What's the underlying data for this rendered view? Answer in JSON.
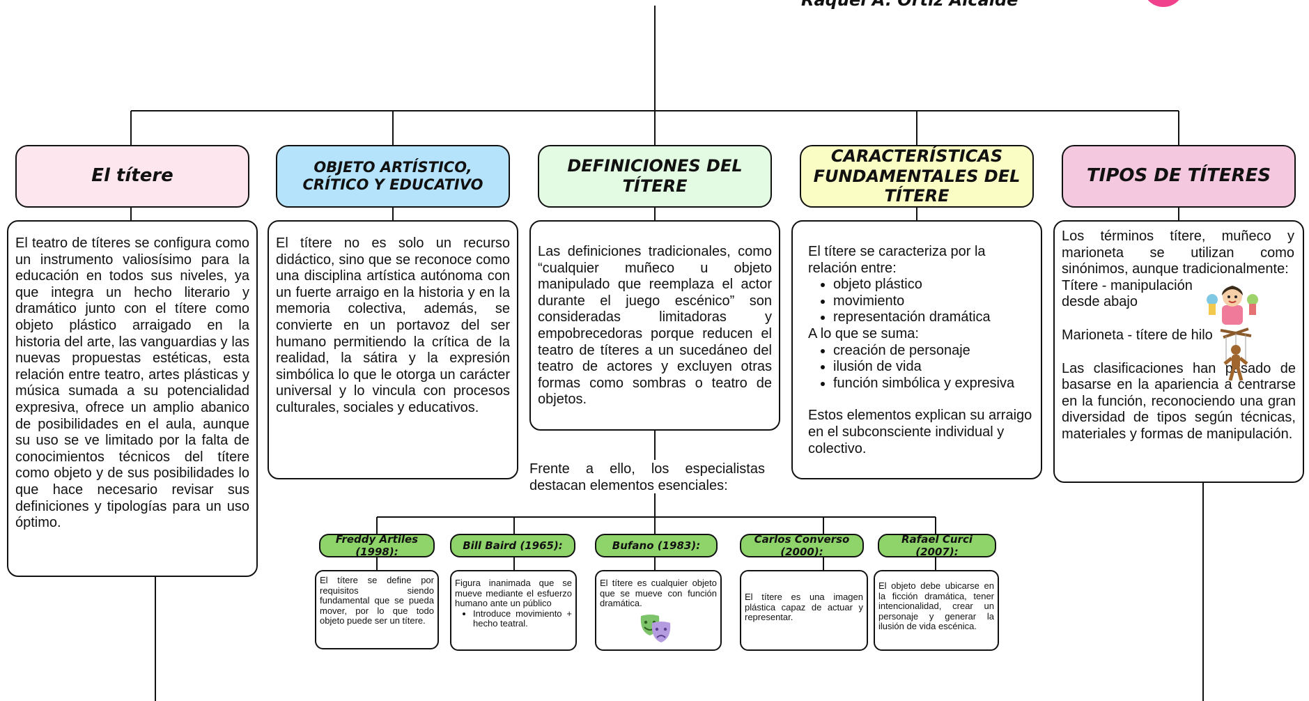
{
  "header": {
    "author": "Raquel A. Ortiz Alcaide"
  },
  "colors": {
    "pink_light": "#fde6ee",
    "blue_light": "#b5e3fb",
    "green_light": "#e2fbe2",
    "yellow_light": "#fafec4",
    "pink_mid": "#f4c8df",
    "green_author": "#8fd46a",
    "logo_pink": "#f0418c"
  },
  "columns": {
    "titere": {
      "title": "El títere",
      "text": "El teatro de títeres se configura como un instrumento valiosísimo para la educación en todos sus niveles, ya que integra un hecho literario y dramático junto con el títere como objeto plástico arraigado en la historia del arte, las vanguardias y las nuevas propuestas estéticas, esta relación entre teatro, artes plásticas y música sumada a su potencialidad expresiva, ofrece un amplio abanico de posibilidades en el aula, aunque su uso se ve limitado por la falta de conocimientos técnicos del títere como objeto y de sus posibilidades lo que hace necesario revisar sus definiciones y tipologías para un uso óptimo."
    },
    "objeto": {
      "title": "OBJETO ARTÍSTICO, CRÍTICO Y EDUCATIVO",
      "text": "El títere no es solo un recurso didáctico, sino que se reconoce como una disciplina artística autónoma con un fuerte arraigo en la historia y en la memoria colectiva, además, se convierte en un portavoz del ser humano permitiendo la crítica de la realidad, la sátira y la expresión simbólica lo que le otorga un carácter universal y lo vincula con procesos culturales, sociales y educativos."
    },
    "definiciones": {
      "title": "DEFINICIONES DEL TÍTERE",
      "text": "Las definiciones tradicionales, como “cualquier muñeco u objeto manipulado que reemplaza el actor durante el juego escénico” son consideradas limitadoras y empobrecedoras porque reducen el teatro de títeres a un sucedáneo del teatro de actores y excluyen otras formas como sombras o teatro de objetos.",
      "followup": "Frente a ello, los especialistas destacan elementos esenciales:"
    },
    "caracteristicas": {
      "title": "CARACTERÍSTICAS FUNDAMENTALES DEL TÍTERE",
      "intro": "El títere se caracteriza por la relación entre:",
      "list1": [
        "objeto plástico",
        "movimiento",
        "representación dramática"
      ],
      "mid": "A lo que se suma:",
      "list2": [
        "creación de personaje",
        "ilusión de vida",
        "función simbólica y expresiva"
      ],
      "outro": "Estos elementos explican su arraigo en el subconsciente individual y colectivo."
    },
    "tipos": {
      "title": "TIPOS DE TÍTERES",
      "intro": "Los términos títere, muñeco y marioneta se utilizan como sinónimos, aunque tradicionalmente:",
      "titere_line": "Títere - manipulación desde abajo",
      "marioneta_line": "Marioneta - títere de hilo",
      "outro": "Las clasificaciones han pasado de basarse en la apariencia a centrarse en la función, reconociendo una gran diversidad de tipos según técnicas, materiales y formas de manipulación."
    }
  },
  "authors": [
    {
      "name": "Freddy Artiles (1998):",
      "text": "El títere se define por requisitos siendo fundamental que se pueda mover, por lo que todo objeto puede ser un títere."
    },
    {
      "name": "Bill Baird (1965):",
      "text": "Figura inanimada que se mueve mediante el esfuerzo humano ante un público",
      "bullet": "Introduce movimiento + hecho teatral."
    },
    {
      "name": "Bufano (1983):",
      "text": "El títere es cualquier objeto que se mueve con función dramática."
    },
    {
      "name": "Carlos Converso (2000):",
      "text": "El títere es una imagen plástica capaz de actuar y representar."
    },
    {
      "name": "Rafael Curci (2007):",
      "text": "El objeto debe ubicarse en la ficción dramática, tener intencionalidad, crear un personaje y generar la ilusión de vida escénica."
    }
  ],
  "icons": [
    "theater-masks-icon",
    "hand-puppet-icon",
    "marionette-icon"
  ]
}
